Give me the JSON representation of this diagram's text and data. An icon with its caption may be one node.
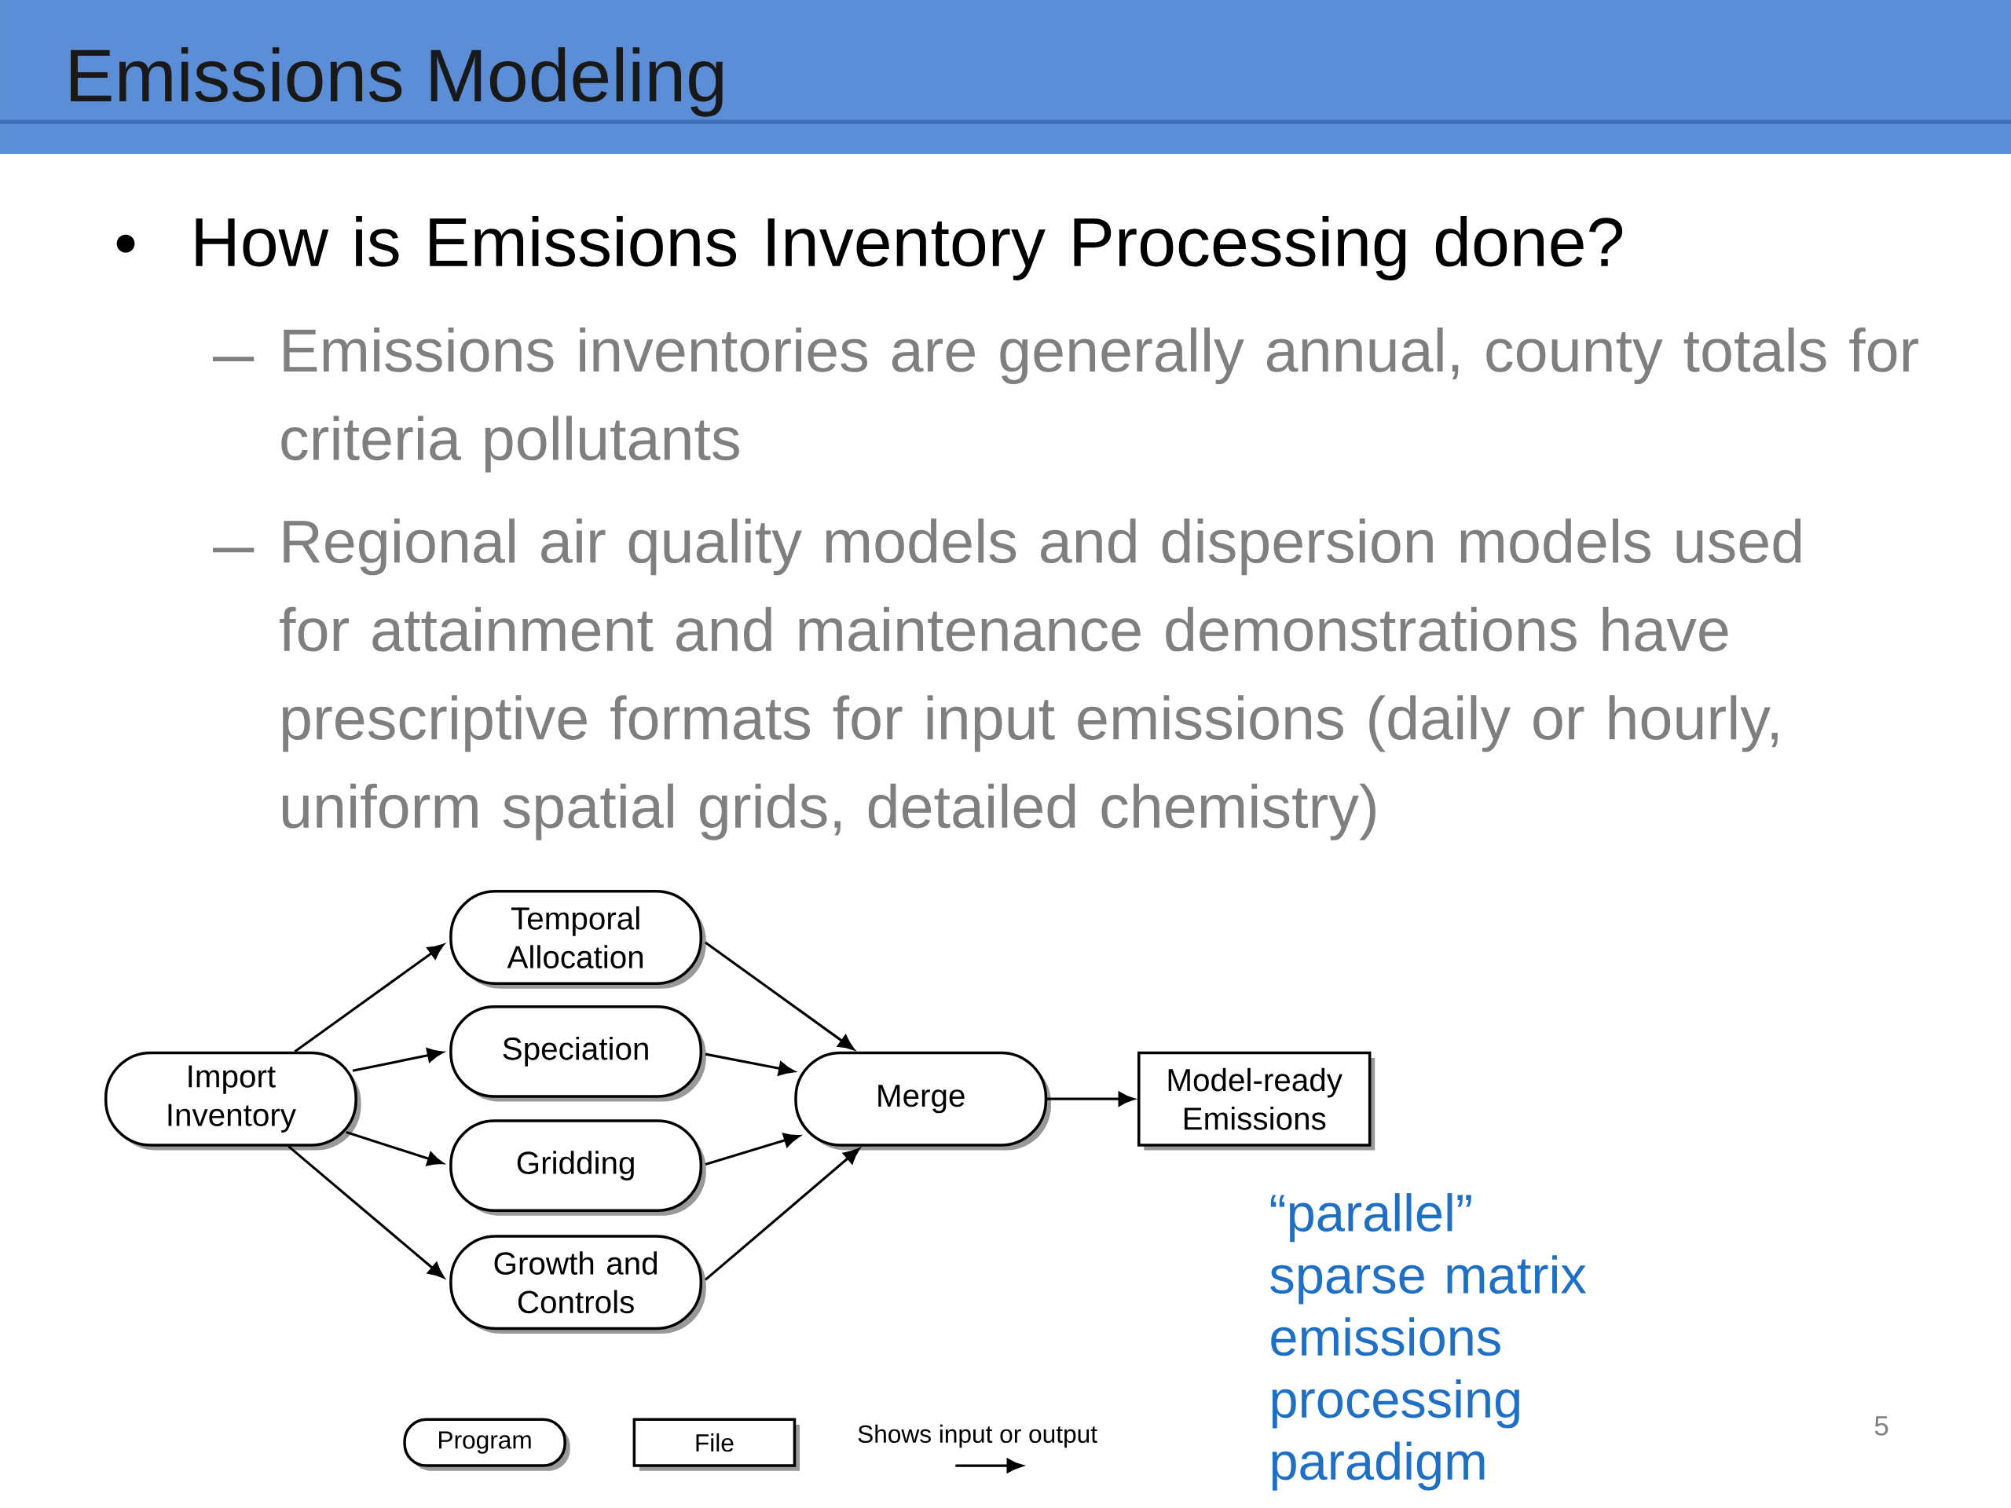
{
  "diagram": {
    "title": "Emissions Modeling",
    "nodes": [
      {
        "text": [
          "Import Inventory"
        ]
      },
      {
        "text": [
          "Temporal Allocation"
        ]
      },
      {
        "text": [
          "Speciation"
        ]
      },
      {
        "text": [
          "Gridding"
        ]
      },
      {
        "text": [
          "Growth and Controls"
        ]
      },
      {
        "text": [
          "Merge"
        ]
      },
      {
        "text": [
          "Model-ready Emissions"
        ]
      }
    ],
    "edges": [
      {
        "from": 0,
        "to": 1,
        "arrow": "to"
      },
      {
        "from": 0,
        "to": 2,
        "arrow": "to"
      },
      {
        "from": 0,
        "to": 3,
        "arrow": "to"
      },
      {
        "from": 0,
        "to": 4,
        "arrow": "to"
      },
      {
        "from": 1,
        "to": 5,
        "arrow": "to"
      },
      {
        "from": 2,
        "to": 5,
        "arrow": "to"
      },
      {
        "from": 3,
        "to": 5,
        "arrow": "to"
      },
      {
        "from": 4,
        "to": 5,
        "arrow": "to"
      },
      {
        "from": 5,
        "to": 6,
        "arrow": "to"
      }
    ],
    "labels": [
      "How is Emissions Inventory Processing done?",
      "Emissions inventories are generally annual, county totals for criteria pollutants",
      "Regional air quality models and dispersion models used for attainment and maintenance demonstrations have prescriptive formats for input emissions (daily or hourly, uniform spatial grids, detailed chemistry)",
      "“parallel” sparse matrix emissions processing paradigm",
      "5"
    ],
    "legend": [
      {
        "text": "Program"
      },
      {
        "text": "File"
      },
      {
        "text": "Shows input or output"
      }
    ]
  }
}
